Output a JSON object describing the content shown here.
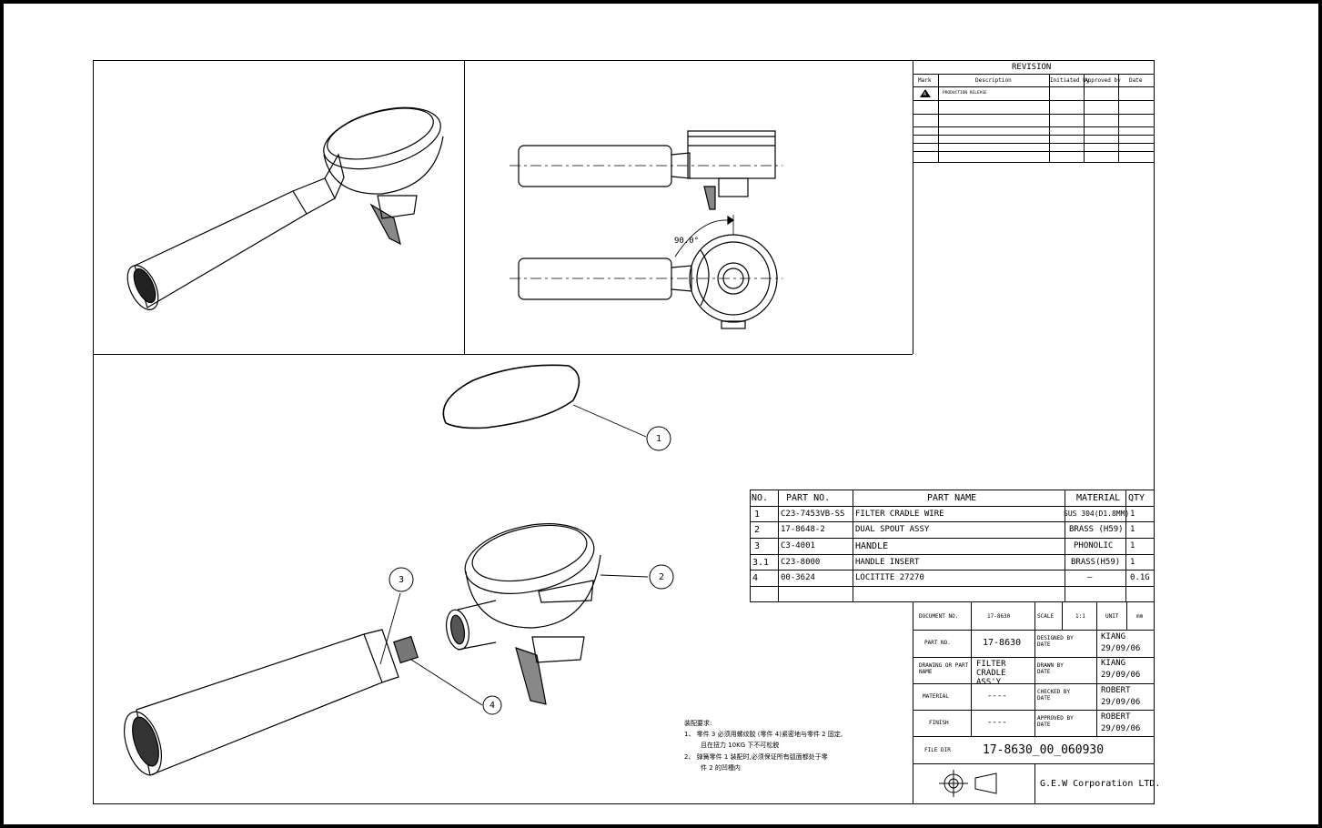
{
  "revision": {
    "title": "REVISION",
    "headers": [
      "Mark",
      "Description",
      "Initiated by",
      "Approved by",
      "Date"
    ],
    "rows": [
      {
        "mark": "A",
        "description": "PRODUCTION RELEASE"
      }
    ]
  },
  "callouts": {
    "angle": "90.0°",
    "balloons": [
      "1",
      "2",
      "3",
      "4"
    ]
  },
  "bom": {
    "headers": [
      "NO.",
      "PART NO.",
      "PART NAME",
      "MATERIAL",
      "QTY"
    ],
    "rows": [
      {
        "no": "1",
        "part_no": "C23-7453VB-SS",
        "name": "FILTER CRADLE WIRE",
        "material": "SUS 304(D1.8MM)",
        "qty": "1"
      },
      {
        "no": "2",
        "part_no": "17-8648-2",
        "name": "DUAL SPOUT ASSY",
        "material": "BRASS (H59)",
        "qty": "1"
      },
      {
        "no": "3",
        "part_no": "C3-4001",
        "name": "HANDLE",
        "material": "PHONOLIC",
        "qty": "1"
      },
      {
        "no": "3.1",
        "part_no": "C23-8000",
        "name": "HANDLE INSERT",
        "material": "BRASS(H59)",
        "qty": "1"
      },
      {
        "no": "4",
        "part_no": "00-3624",
        "name": "LOCITITE 27270",
        "material": "—",
        "qty": "0.1G"
      }
    ]
  },
  "title_block": {
    "document_no_label": "DOCUMENT NO.",
    "document_no": "17-8630",
    "scale_label": "SCALE",
    "scale": "1:1",
    "unit_label": "UNIT",
    "unit": "mm",
    "part_no_label": "PART NO.",
    "part_no": "17-8630",
    "drawing_label": "DRAWING OR PART NAME",
    "drawing_name": "FILTER CRADLE ASS'Y",
    "material_label": "MATERIAL",
    "material": "----",
    "finish_label": "FINISH",
    "finish": "----",
    "designed_label": "DESIGNED BY DATE",
    "designed_by": "KIANG",
    "designed_date": "29/09/06",
    "drawn_label": "DRAWN BY DATE",
    "drawn_by": "KIANG",
    "drawn_date": "29/09/06",
    "checked_label": "CHECKED BY DATE",
    "checked_by": "ROBERT",
    "checked_date": "29/09/06",
    "approved_label": "APPROVED BY DATE",
    "approved_by": "ROBERT",
    "approved_date": "29/09/06",
    "file_label": "FILE DIR",
    "file_dir": "17-8630_00_060930",
    "company": "G.E.W Corporation LTD."
  },
  "notes": [
    "装配要求:",
    "1、 零件 3 必须用螺纹胶 (零件 4)紧密地与零件 2 固定,",
    "且在扭力 10KG 下不可松脱",
    "2、 弹簧零件 1 装配时,必须保证所有弧面都处于零",
    "件 2 的凹槽内"
  ]
}
